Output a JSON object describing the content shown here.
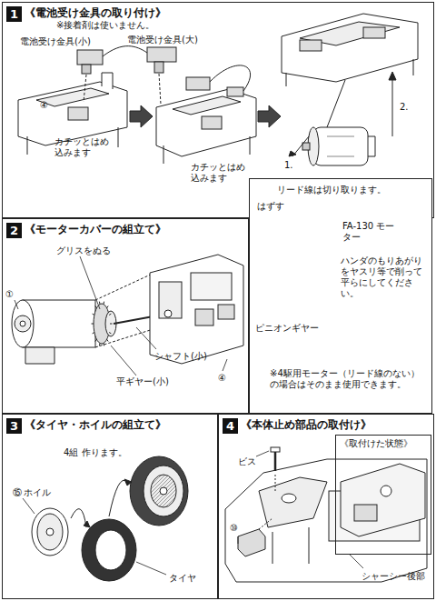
{
  "diagram": {
    "nodes": [
      {
        "text": [
          "1",
          "《電池受け金具の取り付け》"
        ]
      },
      {
        "text": [
          "2",
          "《モーターカバーの組立て》"
        ]
      },
      {
        "text": [
          "リード線は切り取ります。",
          "はずす",
          "FA-130 モーター",
          "ハンダのもりあがりをヤスリ等で削って平らにしてください。",
          "ピニオンギヤー",
          "※4駆用モーター（リード線のない）の場合はそのまま使用できます。"
        ]
      },
      {
        "text": [
          "3",
          "《タイヤ・ホイルの組立て》"
        ]
      },
      {
        "text": [
          "4",
          "《本体止め部品の取付け》"
        ]
      },
      {
        "text": [
          "《取付けた状態》"
        ],
        "in": 4
      }
    ],
    "labels": [
      "※接着剤は使いません。",
      "電池受け金具(小)",
      "電池受け金具(大)",
      "④",
      "カチッとはめ 込みます",
      "カチッとはめ 込みます",
      "1.",
      "2.",
      "グリスをぬる",
      "①",
      "④",
      "シャフト(小)",
      "平ギヤー(小)",
      "4組 作ります。",
      "⑮",
      "ホイル",
      "タイヤ",
      "ビス",
      "⑩",
      "シャーシー後部"
    ]
  }
}
